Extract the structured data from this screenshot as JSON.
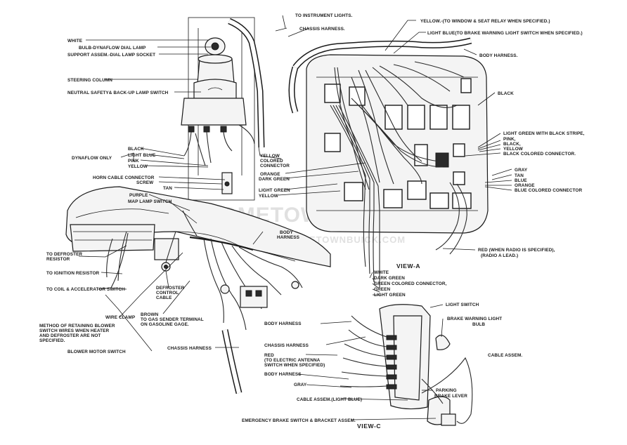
{
  "watermark": {
    "line1": "HOMETOWN BUICK",
    "line2": "WWW.HOMETOWNBUICK.COM"
  },
  "views": {
    "a": "VIEW-A",
    "c": "VIEW-C"
  },
  "labels": {
    "to_instrument_lights": "TO INSTRUMENT LIGHTS.",
    "chassis_harness_top": "CHASSIS HARNESS.",
    "yellow_window_relay": "YELLOW.-(TO WINDOW & SEAT RELAY WHEN SPECIFIED.)",
    "light_blue_brake": "LIGHT BLUE(TO BRAKE WARNING LIGHT SWITCH WHEN SPECIFIED.)",
    "body_harness_top": "BODY HARNESS.",
    "white": "WHITE",
    "bulb_dial_lamp": "BULB-DYNAFLOW DIAL LAMP",
    "support_assem": "SUPPORT ASSEM.-DIAL LAMP SOCKET",
    "steering_column": "STEERING COLUMN",
    "neutral_safety": "NEUTRAL SAFETY& BACK-UP LAMP SWITCH",
    "black_right": "BLACK",
    "lg_black_stripe": "LIGHT GREEN WITH BLACK STRIPE,",
    "pink_r": "PINK,",
    "black_r2": "BLACK,",
    "yellow_r": "YELLOW",
    "black_colored_conn": "BLACK COLORED CONNECTOR.",
    "black_l": "BLACK",
    "light_blue_l": "LIGHT BLUE",
    "dynaflow_only": "DYNAFLOW ONLY",
    "pink_l": "PINK",
    "yellow_l": "YELLOW",
    "yellow_colored": "YELLOW",
    "colored": "COLORED",
    "connector": "CONNECTOR",
    "gray_r": "GRAY",
    "tan_r": "TAN",
    "blue_r": "BLUE",
    "orange_r": "ORANGE",
    "blue_colored_conn": "BLUE COLORED CONNECTOR",
    "horn_cable": "HORN CABLE CONNECTOR",
    "screw": "SCREW",
    "orange_m": "ORANGE",
    "dark_green_m": "DARK GREEN",
    "tan_m": "TAN",
    "light_green_m": "LIGHT GREEN",
    "yellow_m": "YELLOW",
    "purple": "PURPLE",
    "map_lamp": "MAP LAMP SWITCH",
    "body_harness_mid": "BODY",
    "harness_mid": "HARNESS",
    "to_defroster": "TO DEFROSTER",
    "resistor": "RESISTOR",
    "to_ignition": "TO IGNITION RESISTOR",
    "to_coil": "TO COIL & ACCELERATOR SWITCH",
    "defroster_control": "DEFROSTER",
    "control": "CONTROL",
    "cable": "CABLE",
    "red_radio": "RED (WHEN RADIO IS SPECIFIED),",
    "radio_a_lead": "(RADIO A LEAD.)",
    "white_b": "WHITE",
    "dark_green_b": "DARK GREEN",
    "green_colored_conn": "GREEN COLORED CONNECTOR,",
    "green_b": "GREEN",
    "light_green_b": "LIGHT GREEN",
    "wire_clamp": "WIRE CLAMP",
    "method1": "METHOD OF RETAINING BLOWER",
    "method2": "SWITCH WIRES WHEN HEATER",
    "method3": "AND DEFROSTER ARE NOT",
    "method4": "SPECIFIED.",
    "brown1": "BROWN",
    "brown2": "TO GAS SENDER TERMINAL",
    "brown3": "ON GASOLINE GAGE.",
    "light_switch": "LIGHT SWITCH",
    "brake_warning1": "BRAKE WARNING LIGHT",
    "brake_warning2": "BULB",
    "body_harness_c": "BODY HARNESS",
    "blower_motor": "BLOWER MOTOR SWITCH",
    "chassis_harness_c": "CHASSIS HARNESS",
    "cable_assem": "CABLE ASSEM.",
    "chassis_harness_b": "CHASSIS HARNESS",
    "red1": "RED",
    "red2": "(TO ELECTRIC ANTENNA",
    "red3": "SWITCH WHEN SPECIFIED)",
    "body_harness_c2": "BODY HARNESS",
    "gray_c": "GRAY",
    "parking1": "PARKING",
    "parking2": "BRAKE LEVER",
    "cable_light_blue": "CABLE ASSEM.(LIGHT BLUE)",
    "emergency": "EMERGENCY BRAKE SWITCH & BRACKET ASSEM."
  }
}
